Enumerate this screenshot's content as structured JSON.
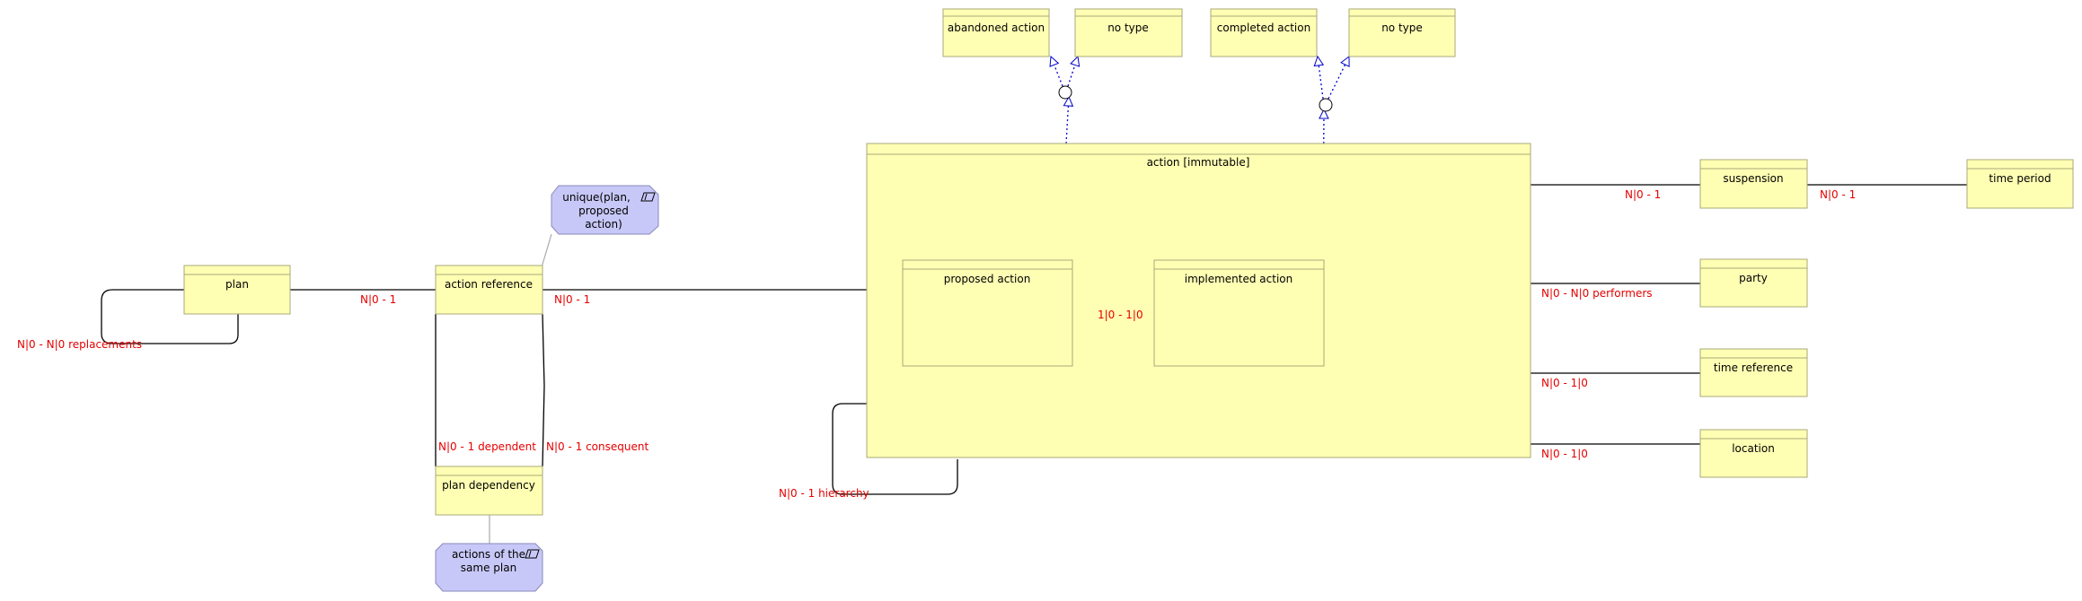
{
  "colors": {
    "entity_fill": "#ffffb4",
    "entity_stroke": "#a8a878",
    "note_fill": "#c8c8f8",
    "note_stroke": "#8888bb",
    "multiplicity": "#e60000",
    "subtype_line": "#0000cc",
    "relation_line": "#000000"
  },
  "entities": {
    "abandoned_action": "abandoned action",
    "no_type_1": "no type",
    "completed_action": "completed action",
    "no_type_2": "no type",
    "action": "action [immutable]",
    "proposed_action": "proposed action",
    "implemented_action": "implemented action",
    "plan": "plan",
    "action_reference": "action reference",
    "plan_dependency": "plan dependency",
    "suspension": "suspension",
    "time_period": "time period",
    "party": "party",
    "time_reference": "time reference",
    "location": "location"
  },
  "notes": {
    "unique_line1": "unique(plan,",
    "unique_line2": "proposed",
    "unique_line3": "action)",
    "same_plan_line1": "actions of the",
    "same_plan_line2": "same plan"
  },
  "multiplicities": {
    "plan_replacements": "N|0 - N|0 replacements",
    "plan_to_action_ref": "N|0 - 1",
    "action_ref_to_action": "N|0 - 1",
    "dependent": "N|0 - 1 dependent",
    "consequent": "N|0 - 1  consequent",
    "hierarchy": "N|0 - 1 hierarchy",
    "proposed_implemented": "1|0 - 1|0",
    "suspension": "N|0 - 1",
    "suspension_time_period": "N|0 - 1",
    "performers": "N|0 - N|0 performers",
    "time_reference": "N|0 - 1|0",
    "location": "N|0 - 1|0"
  }
}
